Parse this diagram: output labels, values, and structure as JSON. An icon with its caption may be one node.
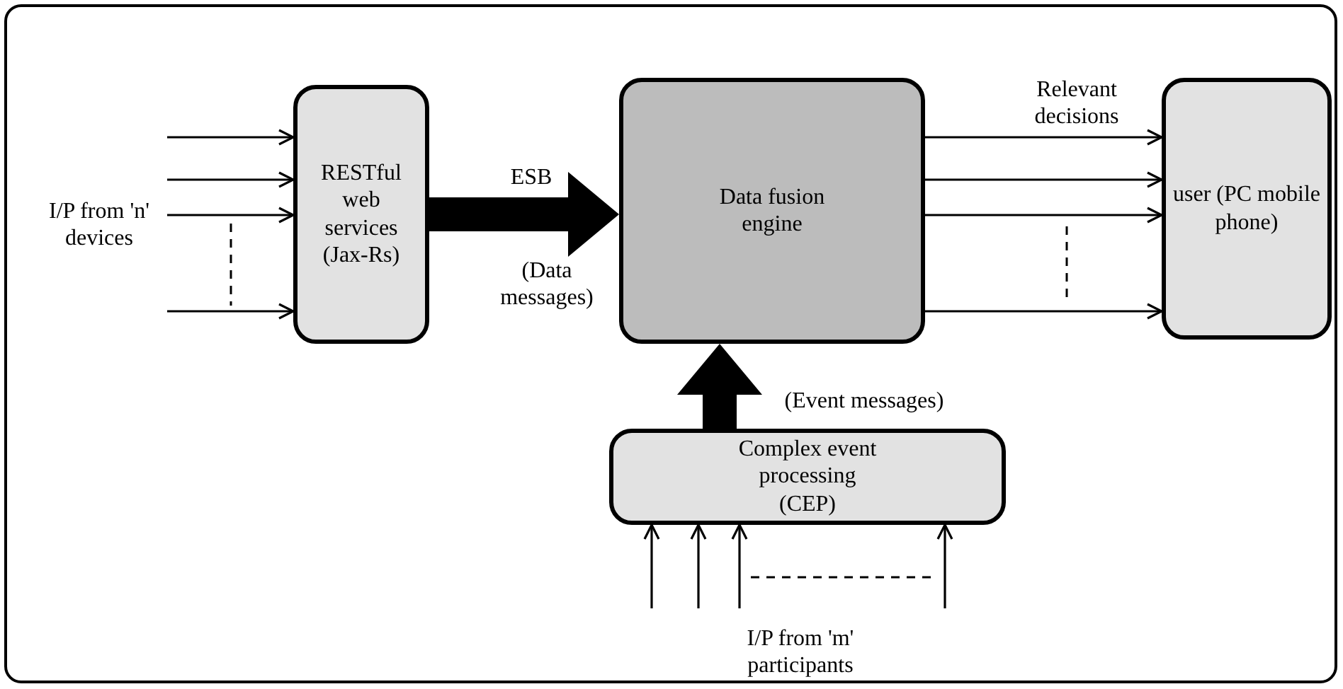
{
  "diagram": {
    "nodes": [
      {
        "text": [
          "I/P from 'n' devices"
        ]
      },
      {
        "text": [
          "RESTful web services (Jax-Rs)"
        ]
      },
      {
        "text": [
          "Data fusion engine"
        ]
      },
      {
        "text": [
          "user (PC mobile phone)"
        ]
      },
      {
        "text": [
          "Complex event processing (CEP)"
        ]
      },
      {
        "text": [
          "I/P from 'm' participants"
        ]
      }
    ],
    "edges": [
      {
        "from": 0,
        "to": 1,
        "arrow": "to"
      },
      {
        "from": 0,
        "to": 1,
        "arrow": "to"
      },
      {
        "from": 0,
        "to": 1,
        "arrow": "to"
      },
      {
        "from": 0,
        "to": 1,
        "arrow": "to"
      },
      {
        "from": 1,
        "to": 2,
        "arrow": "to",
        "style": "thick",
        "label": "ESB"
      },
      {
        "from": 2,
        "to": 3,
        "arrow": "to"
      },
      {
        "from": 2,
        "to": 3,
        "arrow": "to"
      },
      {
        "from": 2,
        "to": 3,
        "arrow": "to"
      },
      {
        "from": 2,
        "to": 3,
        "arrow": "to"
      },
      {
        "from": 4,
        "to": 2,
        "arrow": "to",
        "style": "thick",
        "label": "(Event messages)"
      },
      {
        "from": 5,
        "to": 4,
        "arrow": "to"
      },
      {
        "from": 5,
        "to": 4,
        "arrow": "to"
      },
      {
        "from": 5,
        "to": 4,
        "arrow": "to"
      },
      {
        "from": 5,
        "to": 4,
        "arrow": "to"
      }
    ],
    "labels": [
      "Relevant decisions",
      "(Data messages)"
    ]
  }
}
